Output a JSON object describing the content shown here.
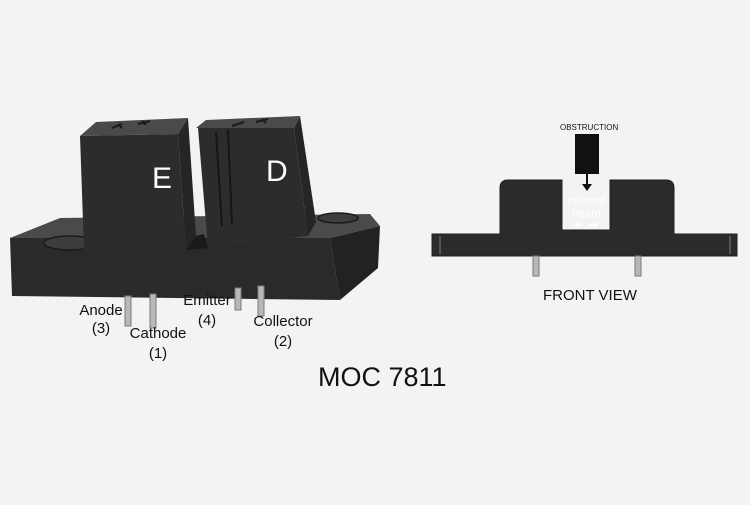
{
  "sensor": {
    "emitter_mark": "E",
    "detector_mark": "D"
  },
  "pins": {
    "anode": {
      "name": "Anode",
      "number": "(3)"
    },
    "cathode": {
      "name": "Cathode",
      "number": "(1)"
    },
    "emitter": {
      "name": "Emitter",
      "number": "(4)"
    },
    "collector": {
      "name": "Collector",
      "number": "(2)"
    }
  },
  "front_view": {
    "title": "FRONT VIEW",
    "obstruction": "OBSTRUCTION",
    "beam_line1": "Infrared",
    "beam_line2": "Beam"
  },
  "caption": "MOC 7811",
  "colors": {
    "background": "#f3f3f3",
    "body_dark": "#2b2b2b",
    "body_mid": "#3a3a3a",
    "body_light": "#4a4a4a",
    "pin": "#b8b8b8"
  }
}
